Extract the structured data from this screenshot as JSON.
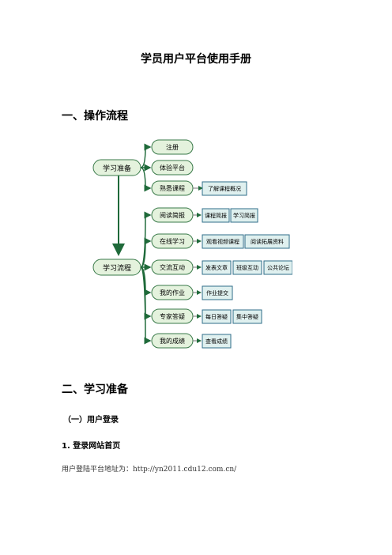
{
  "title": "学员用户平台使用手册",
  "section1": "一、操作流程",
  "section2": "二、学习准备",
  "subsection1": "（一）用户登录",
  "step1": "1. 登录网站首页",
  "login_text": "用户登陆平台地址为：",
  "login_url": "http://yn2011.cdu12.com.cn/",
  "flowchart": {
    "main1": "学习准备",
    "main2": "学习流程",
    "prep": [
      "注册",
      "体验平台",
      "熟悉课程"
    ],
    "prep_sub": "了解课程概况",
    "flow": [
      "阅读简报",
      "在线学习",
      "交流互动",
      "我的作业",
      "专家答疑",
      "我的成绩"
    ],
    "flow_subs": [
      [
        "课程简报",
        "学习简报"
      ],
      [
        "观看视频课程",
        "阅读拓展资料"
      ],
      [
        "发表文章",
        "班级互动",
        "公共论坛"
      ],
      [
        "作业提交"
      ],
      [
        "每日答疑",
        "集中答疑"
      ],
      [
        "查看成绩"
      ]
    ],
    "colors": {
      "node_fill": "#e4f2dd",
      "node_stroke": "#3a7a4a",
      "box_fill": "#dff0ef",
      "box_stroke": "#2f6e8a",
      "arrow": "#1f6a3a"
    }
  }
}
